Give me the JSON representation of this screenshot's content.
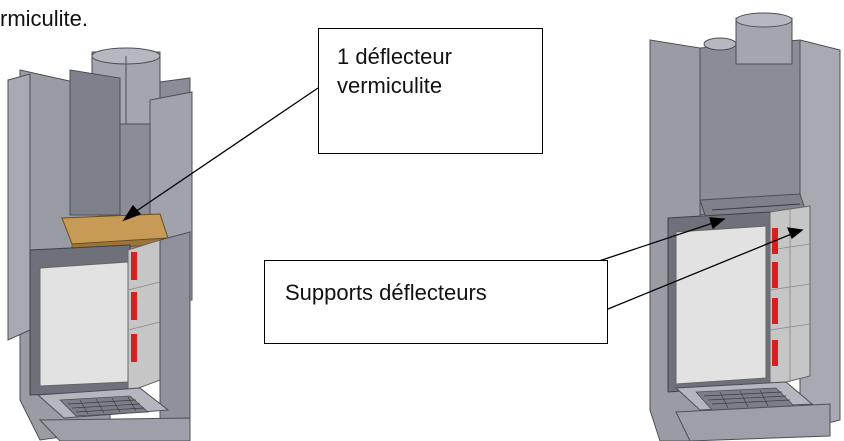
{
  "top_text": "rmiculite.",
  "callout_deflector": {
    "line1": "1 déflecteur",
    "line2": "vermiculite"
  },
  "callout_supports": {
    "label": "Supports déflecteurs"
  },
  "colors": {
    "steel": "#8c8f98",
    "steel_light": "#b8bac1",
    "steel_dark": "#5a5d66",
    "vermiculite": "#c79a55",
    "firebrick": "#c9c9c9",
    "accent_red": "#d32020"
  }
}
